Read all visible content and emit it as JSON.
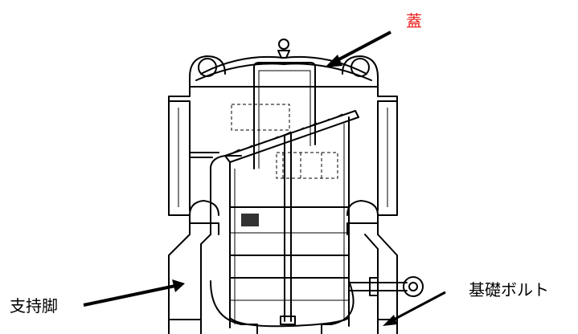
{
  "labels": {
    "lid": "蓋",
    "support_leg": "支持脚",
    "foundation_bolt": "基礎ボルト"
  },
  "colors": {
    "lid_label": "#e8231f",
    "line": "#000000",
    "arrow": "#000000"
  }
}
